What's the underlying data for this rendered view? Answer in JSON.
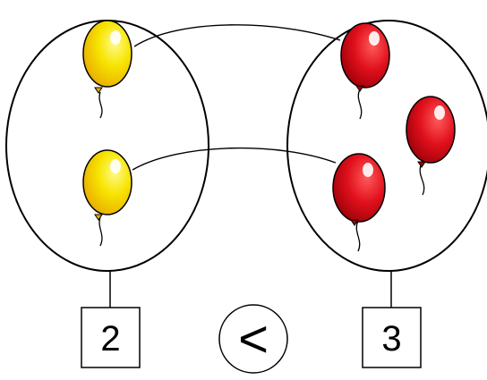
{
  "left_group": {
    "balloon_count": 2,
    "balloon_color": "#f7e400",
    "count_label": "2"
  },
  "right_group": {
    "balloon_count": 3,
    "balloon_color": "#e0101c",
    "count_label": "3"
  },
  "comparison": {
    "symbol": "<"
  },
  "colors": {
    "stroke": "#000000",
    "background": "#ffffff"
  }
}
